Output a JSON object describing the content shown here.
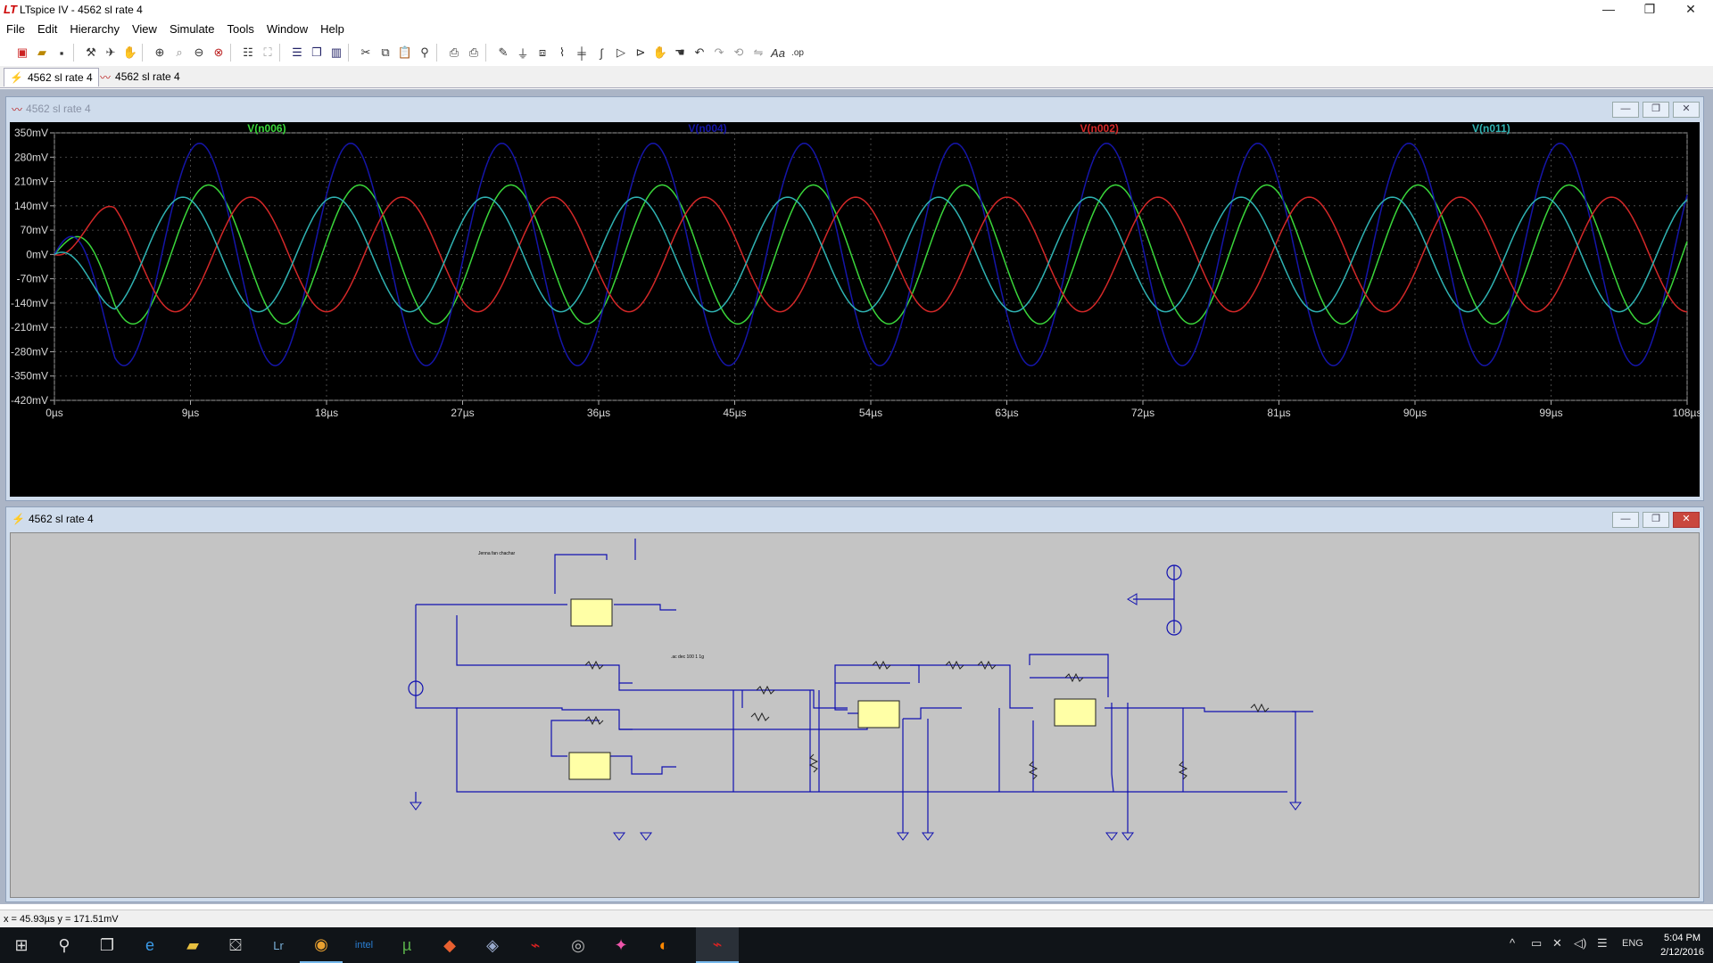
{
  "window": {
    "title": "LTspice IV - 4562  sl rate 4",
    "controls": {
      "minimize": "—",
      "maximize": "❐",
      "close": "✕"
    }
  },
  "menu": [
    "File",
    "Edit",
    "Hierarchy",
    "View",
    "Simulate",
    "Tools",
    "Window",
    "Help"
  ],
  "toolbar_icons": [
    "new-schematic-icon",
    "open-icon",
    "save-icon",
    "control-panel-icon",
    "run-icon",
    "halt-icon",
    "zoom-in-icon",
    "zoom-area-icon",
    "zoom-out-icon",
    "zoom-full-icon",
    "autorange-icon",
    "fit-icon",
    "tile-horizontal-icon",
    "cascade-icon",
    "tile-vertical-icon",
    "cut-icon",
    "copy-icon",
    "paste-icon",
    "find-icon",
    "print-setup-icon",
    "print-icon",
    "wire-icon",
    "ground-icon",
    "label-icon",
    "resistor-icon",
    "capacitor-icon",
    "inductor-icon",
    "diode-icon",
    "component-icon",
    "move-icon",
    "drag-icon",
    "undo-icon",
    "redo-icon",
    "rotate-icon",
    "mirror-icon",
    "text-icon",
    "spice-directive-icon"
  ],
  "tabs": [
    {
      "label": "4562  sl rate 4",
      "icon": "schematic-icon"
    },
    {
      "label": "4562  sl rate 4",
      "icon": "waveform-icon"
    }
  ],
  "waveform_window": {
    "title": "4562  sl rate 4"
  },
  "schematic_window": {
    "title": "4562  sl rate 4",
    "annotations": {
      "note": "Jenna fan chachar",
      "directive": ".ac dec 100 1 1g"
    }
  },
  "chart_data": {
    "type": "line",
    "title": "",
    "xlabel": "",
    "ylabel": "",
    "xlim": [
      0,
      108
    ],
    "ylim": [
      -420,
      350
    ],
    "x_unit": "µs",
    "y_unit": "mV",
    "x_ticks": [
      "0µs",
      "9µs",
      "18µs",
      "27µs",
      "36µs",
      "45µs",
      "54µs",
      "63µs",
      "72µs",
      "81µs",
      "90µs",
      "99µs",
      "108µs"
    ],
    "y_ticks": [
      "350mV",
      "280mV",
      "210mV",
      "140mV",
      "70mV",
      "0mV",
      "-70mV",
      "-140mV",
      "-210mV",
      "-280mV",
      "-350mV",
      "-420mV"
    ],
    "grid": true,
    "legend": "top",
    "background": "#000000",
    "series": [
      {
        "name": "V(n006)",
        "color": "#3ad63a",
        "amplitude_mV": 200,
        "period_us": 10,
        "phase_deg": 0,
        "peaks_at_us": [
          10.2,
          20.2,
          30.2,
          40.2,
          50.2,
          60.2,
          70.2,
          80.2,
          90.2,
          100.2
        ]
      },
      {
        "name": "V(n004)",
        "color": "#1515a8",
        "amplitude_mV": 320,
        "period_us": 10,
        "phase_deg": 0,
        "peaks_at_us": [
          9.6,
          19.6,
          29.6,
          39.6,
          49.6,
          59.6,
          69.6,
          79.6,
          89.6,
          99.6
        ]
      },
      {
        "name": "V(n002)",
        "color": "#d42828",
        "amplitude_mV": 165,
        "period_us": 10,
        "phase_deg": 0,
        "peaks_at_us": [
          3.0,
          13.5,
          23.5,
          33.5,
          43.5,
          53.5,
          63.5,
          73.5,
          83.5,
          93.5,
          103.5
        ]
      },
      {
        "name": "V(n011)",
        "color": "#2fb3b3",
        "amplitude_mV": 165,
        "period_us": 10,
        "phase_deg": 0,
        "peaks_at_us": [
          8.5,
          18.5,
          28.5,
          38.5,
          48.5,
          58.5,
          68.5,
          78.5,
          88.5,
          98.5
        ]
      }
    ]
  },
  "status": {
    "text": "x = 45.93µs   y = 171.51mV"
  },
  "taskbar": {
    "apps": [
      "start-icon",
      "search-icon",
      "task-view-icon",
      "edge-icon",
      "file-explorer-icon",
      "store-icon",
      "lightroom-icon",
      "chrome-icon",
      "intel-icon",
      "utorrent-icon",
      "app-icon",
      "app-icon",
      "ltspice-icon",
      "media-icon",
      "app-icon",
      "app-icon",
      "ltspice-icon"
    ],
    "language": "ENG",
    "time": "5:04 PM",
    "date": "2/12/2016"
  }
}
